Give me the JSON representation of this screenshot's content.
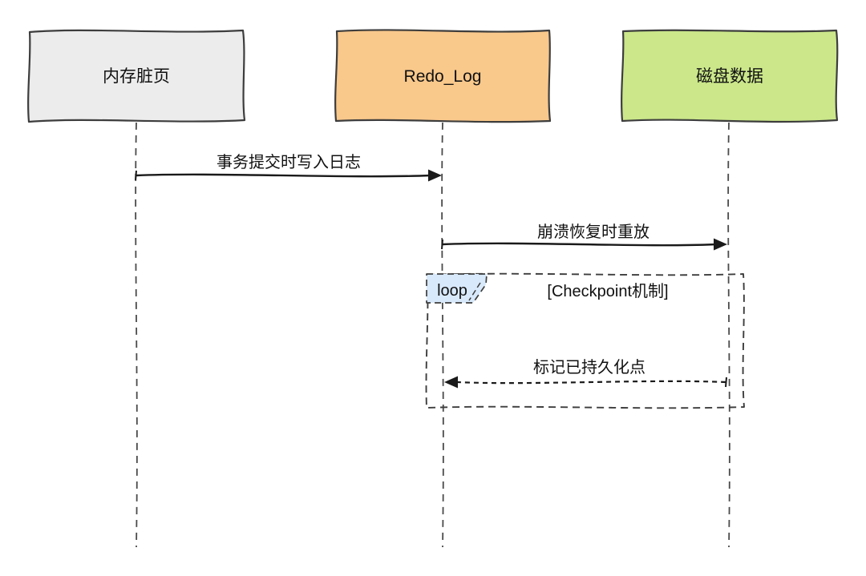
{
  "diagram": {
    "type": "sequence",
    "actors": [
      {
        "id": "memory-dirty-pages",
        "label": "内存脏页",
        "fill": "#ececec"
      },
      {
        "id": "redo-log",
        "label": "Redo_Log",
        "fill": "#f9c88b"
      },
      {
        "id": "disk-data",
        "label": "磁盘数据",
        "fill": "#cbe78a"
      }
    ],
    "messages": [
      {
        "from": "内存脏页",
        "to": "Redo_Log",
        "label": "事务提交时写入日志",
        "line": "solid"
      },
      {
        "from": "Redo_Log",
        "to": "磁盘数据",
        "label": "崩溃恢复时重放",
        "line": "solid"
      },
      {
        "from": "磁盘数据",
        "to": "Redo_Log",
        "label": "标记已持久化点",
        "line": "dashed"
      }
    ],
    "loop_frame": {
      "label": "loop",
      "condition": "[Checkpoint机制]",
      "badge_fill": "#d8e9fb"
    },
    "colors": {
      "background": "#ffffff",
      "box_border": "#3d3d3d",
      "line": "#1a1a1a",
      "lifeline": "#4a4a4a",
      "text": "#111111"
    }
  }
}
